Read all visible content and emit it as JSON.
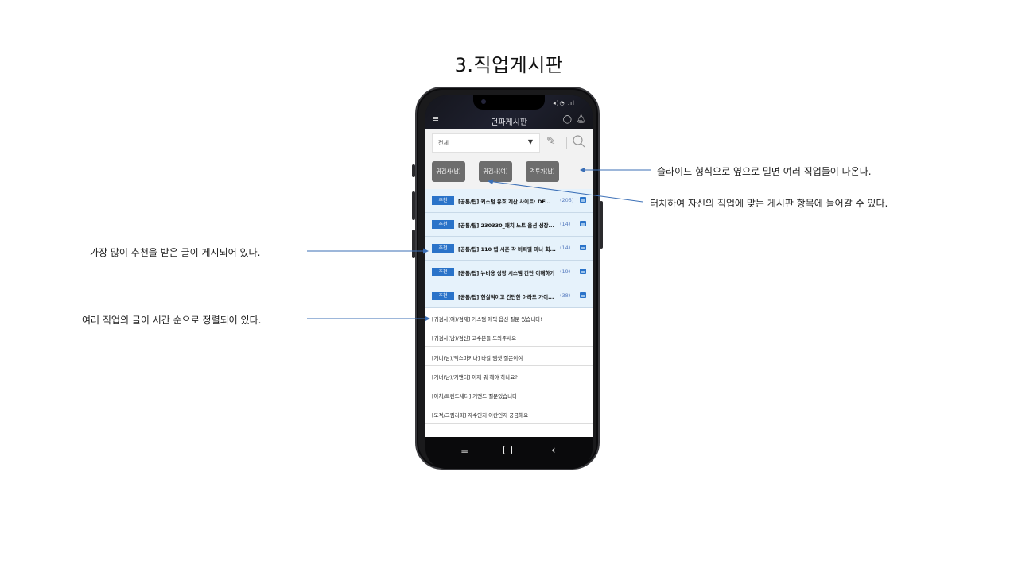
{
  "slide": {
    "title": "3.직업게시판"
  },
  "annotations": {
    "slide_note": "슬라이드 형식으로 옆으로 밀면 여러 직업들이 나온다.",
    "touch_note": "터치하여 자신의 직업에 맞는 게시판 항목에 들어갈 수 있다.",
    "hot_note": "가장 많이 추천을 받은 글이 게시되어 있다.",
    "order_note": "여러 직업의 글이 시간 순으로 정렬되어 있다."
  },
  "app": {
    "title": "던파게시판",
    "status_icons": "◂)◔ .ıl"
  },
  "filter": {
    "selected": "전체",
    "caret": "▼"
  },
  "classes": [
    "귀검사(남)",
    "귀검사(여)",
    "격투가(남)"
  ],
  "hot_posts": [
    {
      "badge": "추천",
      "title": "[공통/팁] 커스텀 유효 계산 사이트: DF...",
      "count": "(205)"
    },
    {
      "badge": "추천",
      "title": "[공통/팁] 230330_패치 노트 옵션 성장...",
      "count": "(14)"
    },
    {
      "badge": "추천",
      "title": "[공통/팁] 110 렙 시즌 각 버퍼별 마나 회...",
      "count": "(14)"
    },
    {
      "badge": "추천",
      "title": "[공통/팁] 뉴비용 성장 시스템 간단 이해하기",
      "count": "(19)"
    },
    {
      "badge": "추천",
      "title": "[공통/팁] 현실적이고 간단한 아라드 가이...",
      "count": "(38)"
    }
  ],
  "posts": [
    "[귀검사(여)/검제] 커스텀 에픽 옵션 질문 있습니다!",
    "[귀검사(남)/검신] 고수분들 도와주세요",
    "[거너(남)/엑스마키나] 바칼 템셋 질문이여",
    "[거너(남)/커맨더] 이제 뭐 해야 하나요?",
    "[아처/트렌드세터] 커맨드 질문있습니다",
    "[도적/그림리퍼] 자수인지 아칸인지 궁금해요"
  ],
  "colors": {
    "badge": "#2a73c9",
    "hot_bg": "#e6f2fb",
    "class_btn": "#6d6d6d",
    "arrow": "#3b6fb6"
  },
  "icons": [
    "hamburger-icon",
    "chat-icon",
    "bell-icon",
    "pencil-icon",
    "search-icon",
    "image-icon",
    "nav-menu-icon",
    "nav-home-icon",
    "nav-back-icon"
  ]
}
